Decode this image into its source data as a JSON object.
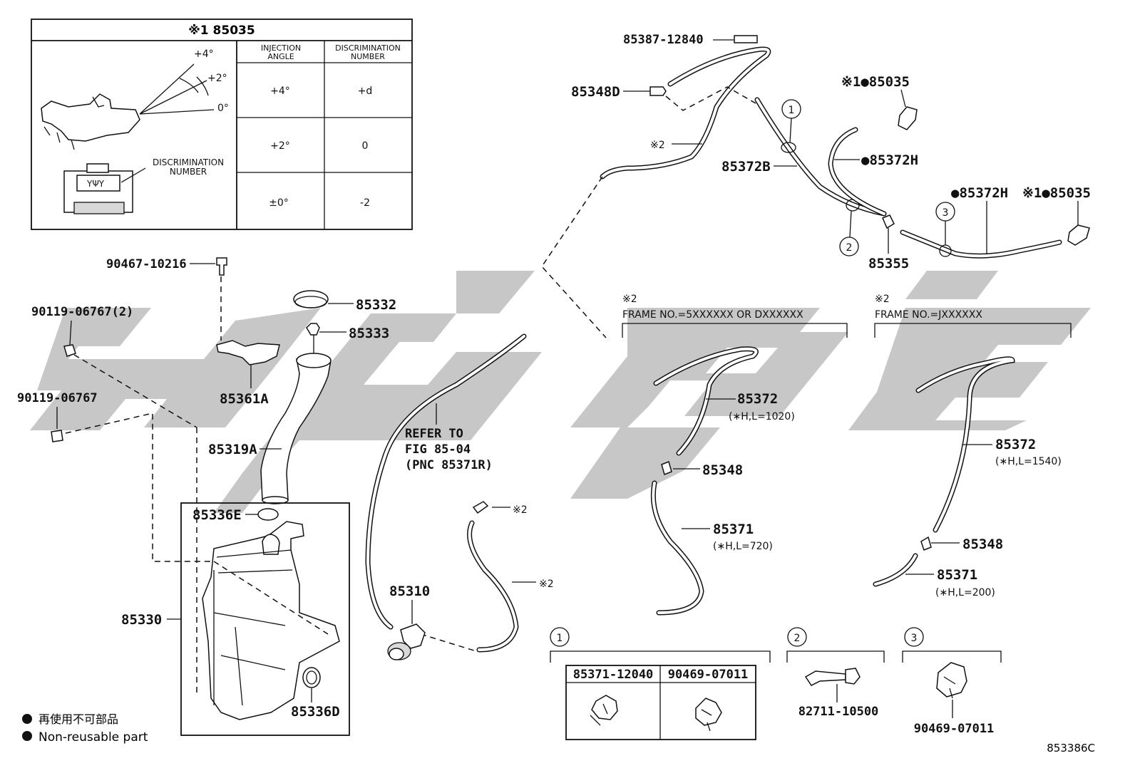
{
  "inset": {
    "title": "※1 85035",
    "col_angle": "INJECTION ANGLE",
    "col_disc": "DISCRIMINATION NUMBER",
    "rows": [
      {
        "angle": "+4°",
        "disc": "+d"
      },
      {
        "angle": "+2°",
        "disc": "0"
      },
      {
        "angle": "±0°",
        "disc": "-2"
      }
    ],
    "angle_labels": [
      "+4°",
      "+2°",
      "0°"
    ],
    "disc_label": "DISCRIMINATION NUMBER",
    "disc_mark": "YΨY"
  },
  "parts": {
    "p85387": "85387-12840",
    "p85348D": "85348D",
    "star2_a": "※2",
    "p85372B": "85372B",
    "c1": "1",
    "c2": "2",
    "c3": "3",
    "p85035_top": "※1●85035",
    "p85372H_a": "●85372H",
    "p85372H_b": "●85372H",
    "p85035_right": "※1●85035",
    "p85355": "85355",
    "p90467": "90467-10216",
    "p85332": "85332",
    "p85333": "85333",
    "p90119_2": "90119-06767(2)",
    "p85361A": "85361A",
    "p90119": "90119-06767",
    "p85319A": "85319A",
    "refer1": "REFER TO",
    "refer2": "FIG 85-04",
    "refer3": "(PNC 85371R)",
    "star2_b": "※2",
    "star2_c": "※2",
    "p85336E": "85336E",
    "p85330": "85330",
    "p85310": "85310",
    "p85336D": "85336D"
  },
  "frame_left": {
    "note": "※2",
    "label": "FRAME NO.=5XXXXXX OR DXXXXXX",
    "p85372": "85372",
    "p85372_len": "(∗H,L=1020)",
    "p85348": "85348",
    "p85371": "85371",
    "p85371_len": "(∗H,L=720)"
  },
  "frame_right": {
    "note": "※2",
    "label": "FRAME NO.=JXXXXXX",
    "p85372": "85372",
    "p85372_len": "(∗H,L=1540)",
    "p85348": "85348",
    "p85371": "85371",
    "p85371_len": "(∗H,L=200)"
  },
  "details": {
    "d1": "1",
    "d1_a": "85371-12040",
    "d1_b": "90469-07011",
    "d2": "2",
    "d2_part": "82711-10500",
    "d3": "3",
    "d3_part": "90469-07011"
  },
  "legend": {
    "jp": "再使用不可部品",
    "en": "Non-reusable part"
  },
  "figure_id": "853386C",
  "colors": {
    "watermark": "#bdbdbd",
    "line": "#111111"
  }
}
